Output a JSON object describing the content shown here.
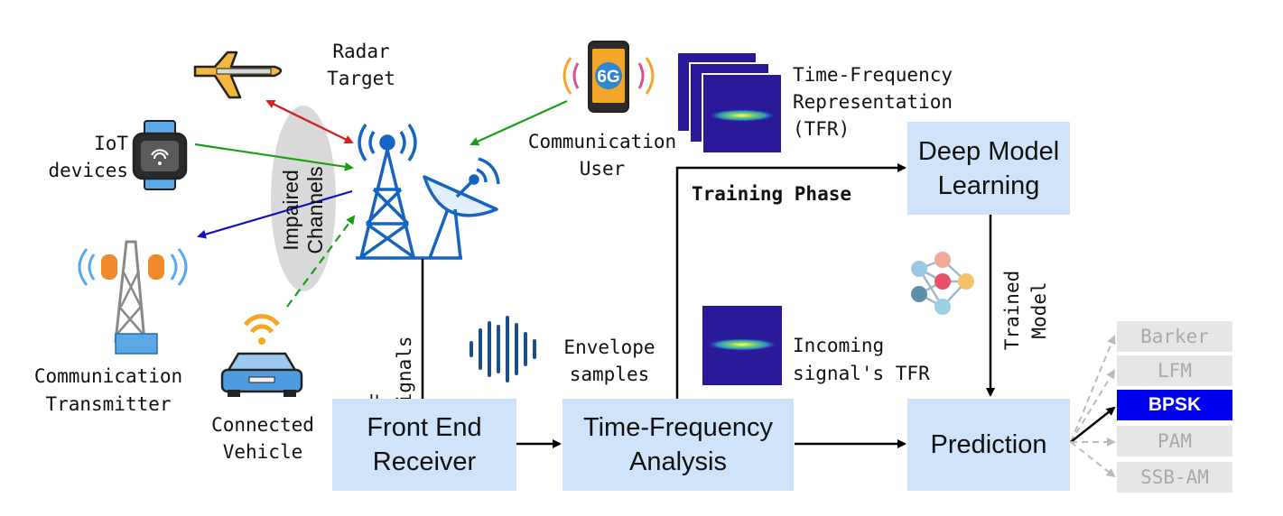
{
  "labels": {
    "radar_target": "Radar\nTarget",
    "iot_devices": "IoT\ndevices",
    "communication_transmitter": "Communication\nTransmitter",
    "connected_vehicle": "Connected\nVehicle",
    "impaired_channels": "Impaired\nChannels",
    "communication_user": "Communication\nUser",
    "six_g": "6G",
    "rf_signals": "RF\nsignals",
    "envelope_samples": "Envelope\nsamples",
    "tfr_representation": "Time-Frequency\nRepresentation\n(TFR)",
    "training_phase": "Training Phase",
    "incoming_tfr": "Incoming\nsignal's TFR",
    "trained_model": "Trained\nModel"
  },
  "boxes": {
    "front_end": "Front End\nReceiver",
    "tfa": "Time-Frequency\nAnalysis",
    "deep_model": "Deep Model\nLearning",
    "prediction": "Prediction"
  },
  "classes": [
    {
      "label": "Barker",
      "selected": false
    },
    {
      "label": "LFM",
      "selected": false
    },
    {
      "label": "BPSK",
      "selected": true
    },
    {
      "label": "PAM",
      "selected": false
    },
    {
      "label": "SSB-AM",
      "selected": false
    }
  ],
  "colors": {
    "box_fill": "#cfe3fb",
    "selected_class": "#0000ee",
    "radar_arrow": "#d62020",
    "iot_arrow": "#16a016",
    "transmitter_arrow": "#1010c0",
    "user_arrow": "#16a016",
    "vehicle_arrow": "#16a016",
    "tower": "#1565c0"
  },
  "icons": [
    "airplane-icon",
    "smartwatch-icon",
    "transmitter-tower-icon",
    "car-icon",
    "wifi-icon",
    "smartphone-6g-icon",
    "antenna-tower-icon",
    "satellite-dish-icon",
    "waveform-icon",
    "neural-network-icon"
  ]
}
